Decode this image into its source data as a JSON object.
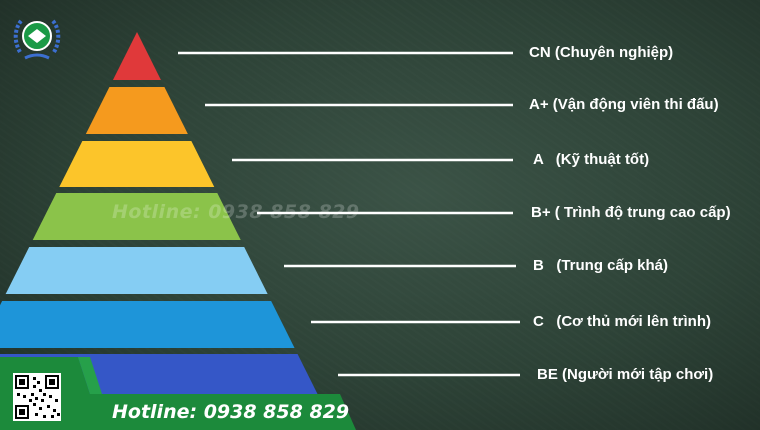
{
  "pyramid": {
    "levels": [
      {
        "label": "CN (Chuyên nghiệp)",
        "color": "#e0393a"
      },
      {
        "label": "A+ (Vận động viên thi đấu)",
        "color": "#f59a1e"
      },
      {
        "label": "A   (Kỹ thuật tốt)",
        "color": "#fcc52a"
      },
      {
        "label": "B+ ( Trình độ trung cao cấp)",
        "color": "#8bc34a"
      },
      {
        "label": "B   (Trung cấp khá)",
        "color": "#85cdf3"
      },
      {
        "label": "C   (Cơ thủ mới lên trình)",
        "color": "#1e95d9"
      },
      {
        "label": "BE (Người mới tập chơi)",
        "color": "#3557c7"
      }
    ]
  },
  "watermark": "Hotline: 0938 858 829",
  "footer": {
    "hotline": "Hotline: 0938 858 829",
    "band_color": "#1c8a3b"
  },
  "logo": {
    "icon": "billiard-club-laurel-logo"
  },
  "qr": {
    "icon": "qr-code"
  }
}
